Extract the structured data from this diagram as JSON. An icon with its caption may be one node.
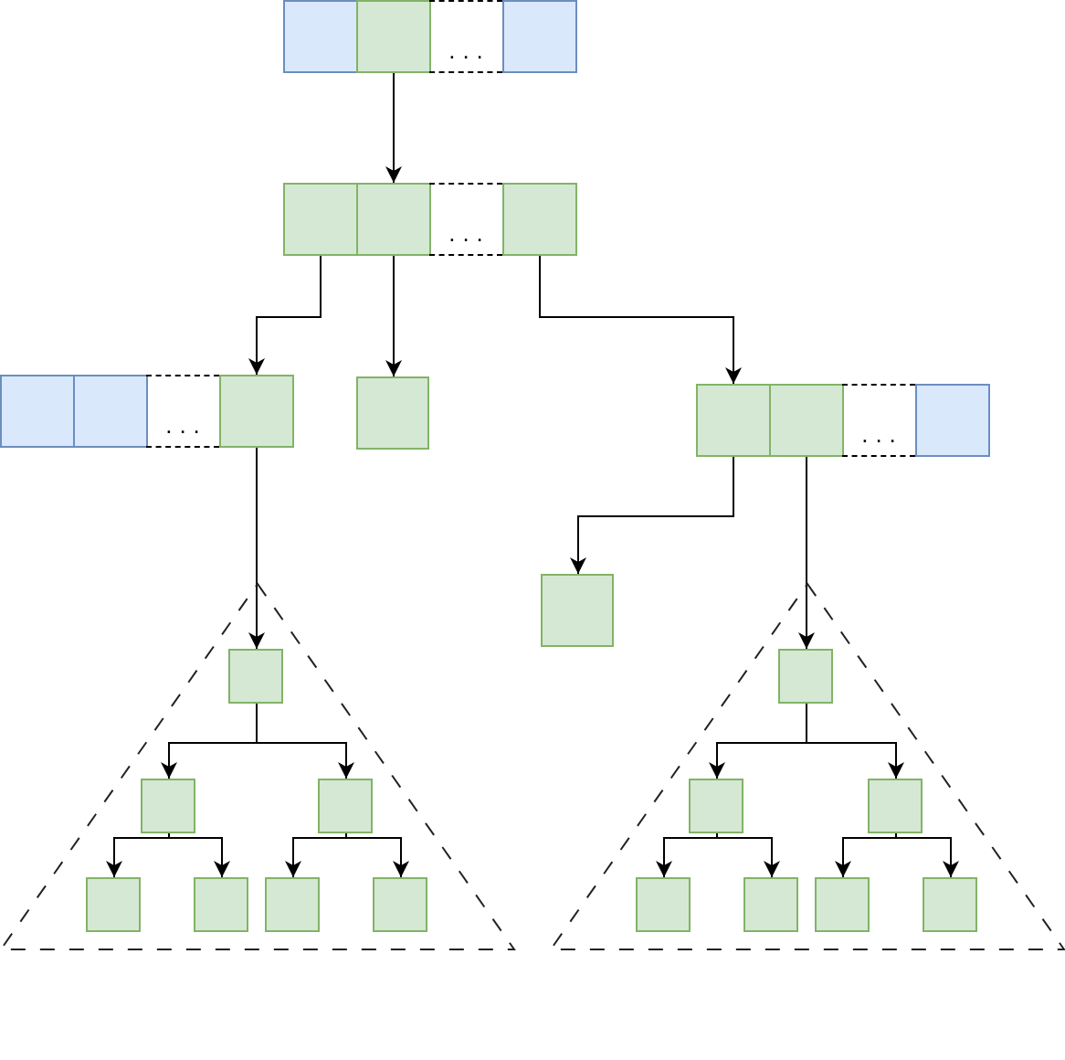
{
  "diagram": {
    "nodes": [
      {
        "text": [],
        "shape": "box"
      },
      {
        "text": [],
        "shape": "box"
      },
      {
        "text": [
          "..."
        ]
      },
      {
        "text": [],
        "shape": "box"
      },
      {
        "text": [],
        "shape": "box"
      },
      {
        "text": [],
        "shape": "box"
      },
      {
        "text": [
          "..."
        ]
      },
      {
        "text": [],
        "shape": "box"
      },
      {
        "text": [],
        "shape": "box"
      },
      {
        "text": [],
        "shape": "box"
      },
      {
        "text": [
          "..."
        ]
      },
      {
        "text": [],
        "shape": "box"
      },
      {
        "text": [],
        "shape": "box"
      },
      {
        "text": [],
        "shape": "box"
      },
      {
        "text": [],
        "shape": "box"
      },
      {
        "text": [
          "..."
        ]
      },
      {
        "text": [],
        "shape": "box"
      },
      {
        "text": [],
        "shape": "box"
      },
      {
        "text": [],
        "shape": "triangle"
      },
      {
        "text": [],
        "shape": "box",
        "in": 18
      },
      {
        "text": [],
        "shape": "box",
        "in": 18
      },
      {
        "text": [],
        "shape": "box",
        "in": 18
      },
      {
        "text": [],
        "shape": "box",
        "in": 18
      },
      {
        "text": [],
        "shape": "box",
        "in": 18
      },
      {
        "text": [],
        "shape": "box",
        "in": 18
      },
      {
        "text": [],
        "shape": "box",
        "in": 18
      },
      {
        "text": [],
        "shape": "triangle"
      },
      {
        "text": [],
        "shape": "box",
        "in": 26
      },
      {
        "text": [],
        "shape": "box",
        "in": 26
      },
      {
        "text": [],
        "shape": "box",
        "in": 26
      },
      {
        "text": [],
        "shape": "box",
        "in": 26
      },
      {
        "text": [],
        "shape": "box",
        "in": 26
      },
      {
        "text": [],
        "shape": "box",
        "in": 26
      },
      {
        "text": [],
        "shape": "box",
        "in": 26
      }
    ],
    "edges": [
      {
        "from": 1,
        "to": 5,
        "arrow": "to"
      },
      {
        "from": 4,
        "to": 11,
        "arrow": "to"
      },
      {
        "from": 5,
        "to": 12,
        "arrow": "to"
      },
      {
        "from": 7,
        "to": 13,
        "arrow": "to"
      },
      {
        "from": 11,
        "to": 19,
        "arrow": "to"
      },
      {
        "from": 13,
        "to": 17,
        "arrow": "to"
      },
      {
        "from": 14,
        "to": 27,
        "arrow": "to"
      },
      {
        "from": 19,
        "to": 20,
        "arrow": "to"
      },
      {
        "from": 19,
        "to": 21,
        "arrow": "to"
      },
      {
        "from": 20,
        "to": 22,
        "arrow": "to"
      },
      {
        "from": 20,
        "to": 23,
        "arrow": "to"
      },
      {
        "from": 21,
        "to": 24,
        "arrow": "to"
      },
      {
        "from": 21,
        "to": 25,
        "arrow": "to"
      },
      {
        "from": 27,
        "to": 28,
        "arrow": "to"
      },
      {
        "from": 27,
        "to": 29,
        "arrow": "to"
      },
      {
        "from": 28,
        "to": 30,
        "arrow": "to"
      },
      {
        "from": 28,
        "to": 31,
        "arrow": "to"
      },
      {
        "from": 29,
        "to": 32,
        "arrow": "to"
      },
      {
        "from": 29,
        "to": 33,
        "arrow": "to"
      }
    ]
  }
}
